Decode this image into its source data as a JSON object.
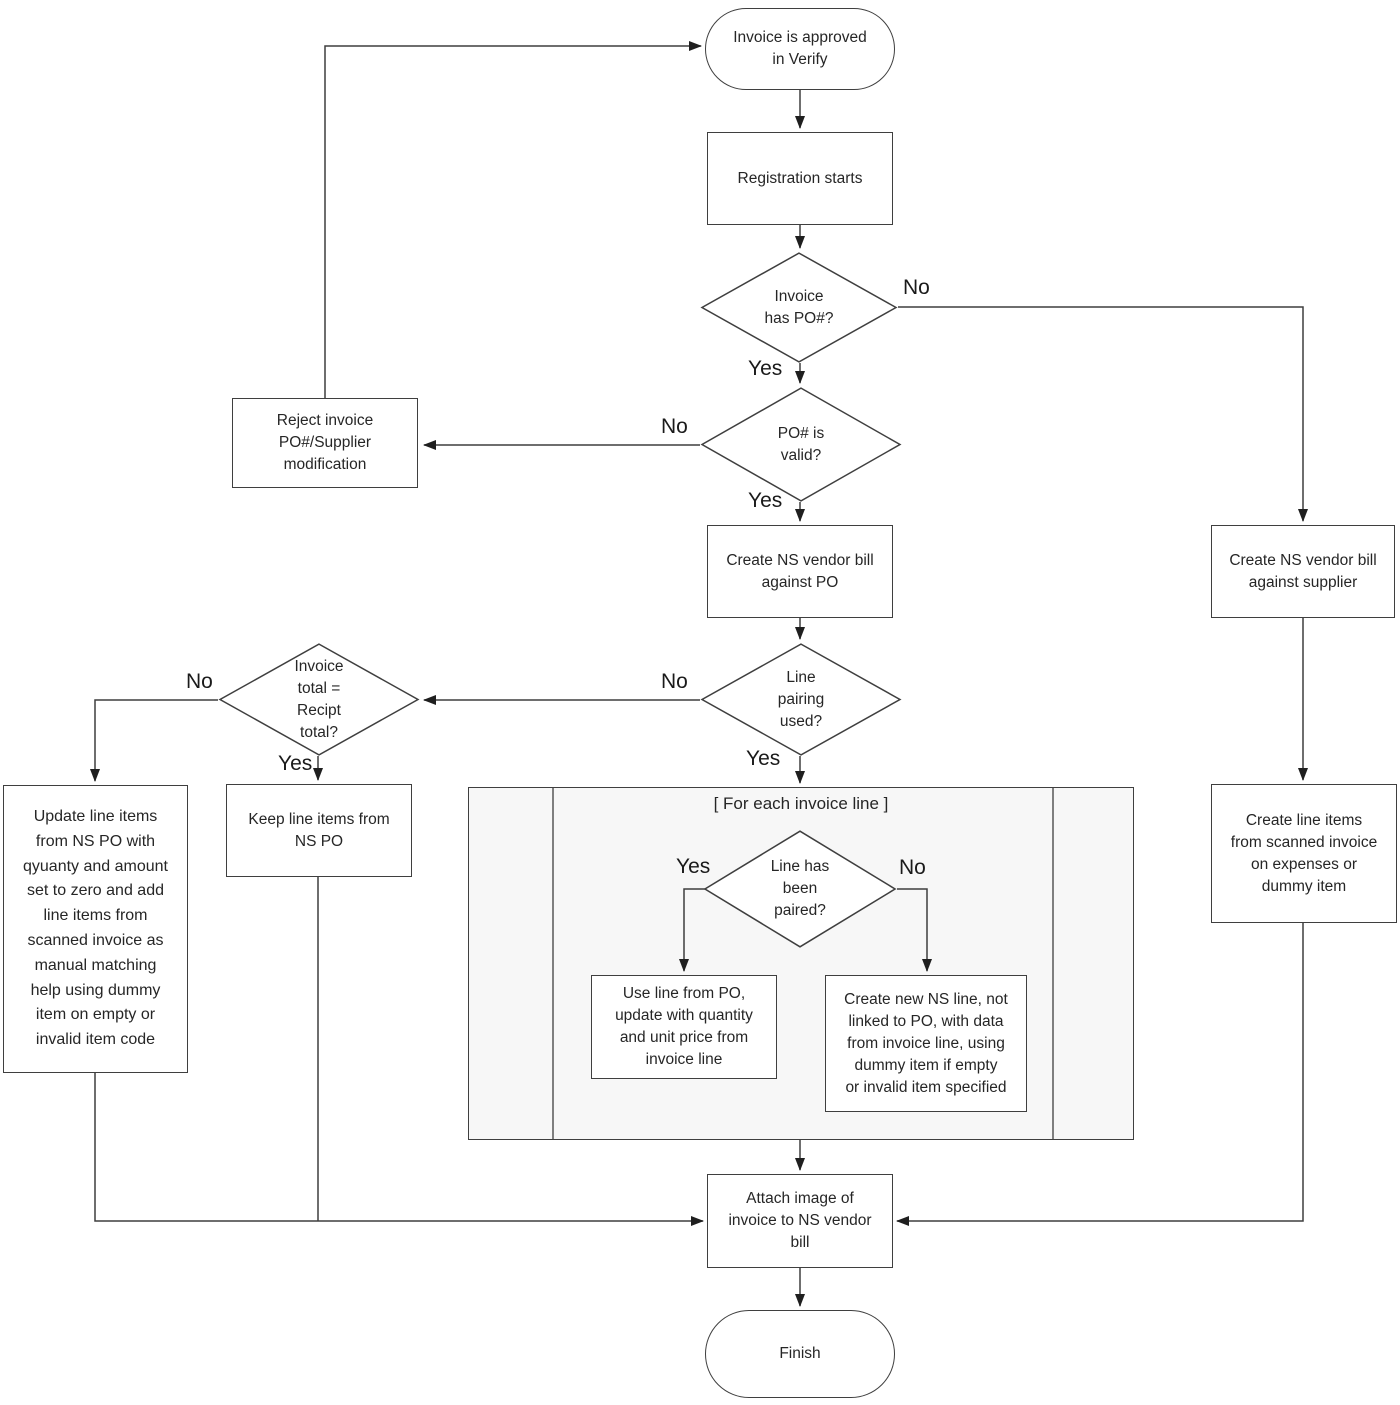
{
  "diagram": {
    "nodes": {
      "start": {
        "label": "Invoice is approved\nin Verify"
      },
      "registration": {
        "label": "Registration starts"
      },
      "has_po": {
        "label": "Invoice\nhas PO#?"
      },
      "po_valid": {
        "label": "PO# is\nvalid?"
      },
      "reject": {
        "label": "Reject invoice\nPO#/Supplier\nmodification"
      },
      "create_bill_po": {
        "label": "Create NS vendor bill\nagainst PO"
      },
      "line_pairing": {
        "label": "Line\npairing\nused?"
      },
      "invoice_total": {
        "label": "Invoice\ntotal =\nRecipt\ntotal?"
      },
      "update_lines": {
        "label": "Update line items\nfrom NS PO with\nqyuanty and amount\nset to zero and add\nline items from\nscanned invoice as\nmanual matching\nhelp using dummy\nitem on empty or\ninvalid item code"
      },
      "keep_lines": {
        "label": "Keep line items from\nNS PO"
      },
      "line_paired": {
        "label": "Line has\nbeen\npaired?"
      },
      "use_line": {
        "label": "Use line from PO,\nupdate with quantity\nand unit price from\ninvoice line"
      },
      "create_ns_line": {
        "label": "Create new NS line, not\nlinked to PO, with data\nfrom invoice line, using\ndummy item if empty\nor invalid item specified"
      },
      "create_bill_supplier": {
        "label": "Create NS vendor bill\nagainst supplier"
      },
      "create_line_items": {
        "label": "Create line items\nfrom scanned invoice\non expenses or\ndummy item"
      },
      "attach_image": {
        "label": "Attach image of\ninvoice to NS vendor\nbill"
      },
      "finish": {
        "label": "Finish"
      }
    },
    "frame": {
      "title": "[ For each invoice line ]"
    },
    "edge_labels": {
      "has_po_no": "No",
      "has_po_yes": "Yes",
      "po_valid_no": "No",
      "po_valid_yes": "Yes",
      "line_pairing_no": "No",
      "line_pairing_yes": "Yes",
      "invoice_total_no": "No",
      "invoice_total_yes": "Yes",
      "line_paired_yes": "Yes",
      "line_paired_no": "No"
    },
    "colors": {
      "background": "#ffffff",
      "shape_fill": "#ffffff",
      "shape_border": "#3f3f3f",
      "connector": "#3f3f3f",
      "arrowhead": "#1f1f1f",
      "frame_fill": "#f7f7f7",
      "frame_divider": "#7f7f7f",
      "text": "#262626"
    }
  }
}
